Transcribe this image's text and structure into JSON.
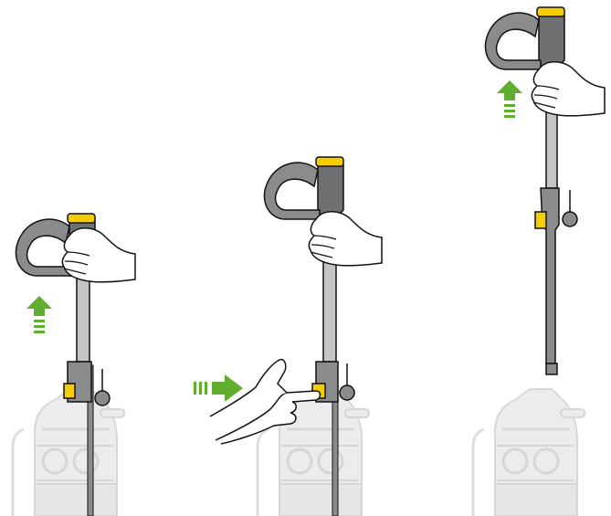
{
  "steps": [
    {
      "id": "step-1",
      "arrow": "up",
      "hand_action": "grip-handle",
      "wand_state": "collapsed"
    },
    {
      "id": "step-2",
      "arrow": "right",
      "hand_action": "press-release-button",
      "wand_state": "collapsed"
    },
    {
      "id": "step-3",
      "arrow": "up",
      "hand_action": "pull-wand",
      "wand_state": "extended"
    }
  ],
  "icons": [
    "handle-icon",
    "release-button-icon",
    "hand-icon",
    "pointing-hand-icon",
    "arrow-up-icon",
    "arrow-right-icon",
    "vacuum-body-icon"
  ],
  "colors": {
    "wand_gray": "#8a8b8d",
    "wand_light": "#c4c5c7",
    "handle_dark": "#6f7072",
    "accent_yellow": "#f5cd00",
    "arrow_green": "#5fae2e",
    "outline": "#111111",
    "ghost_body": "#ebebeb",
    "ghost_stroke": "#d6d6d6"
  }
}
